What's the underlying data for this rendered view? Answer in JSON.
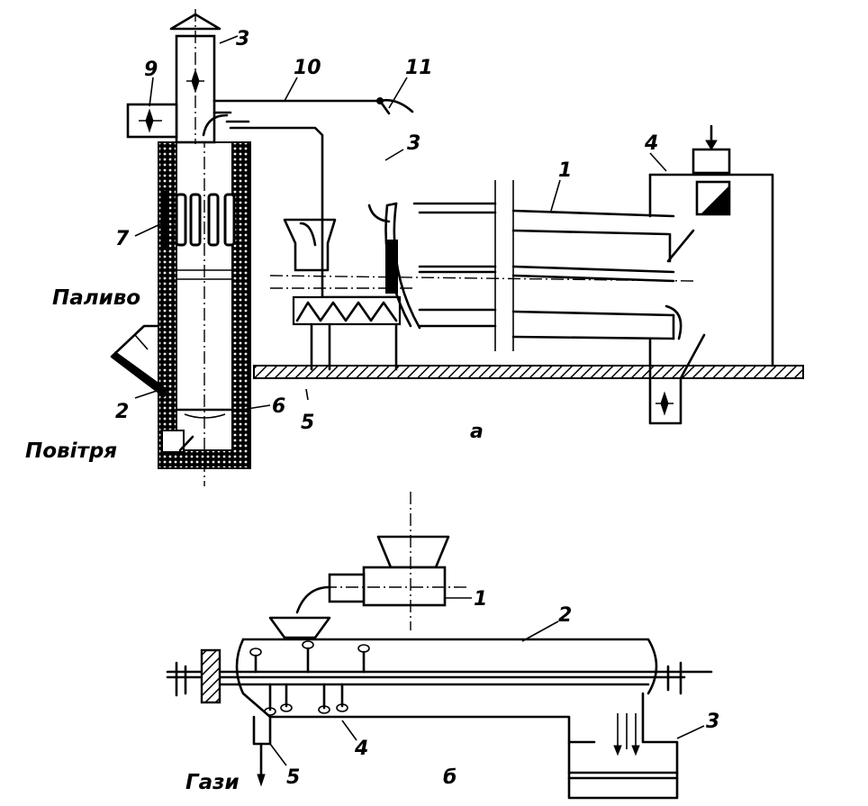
{
  "diagram_a": {
    "caption": "а",
    "labels": {
      "n1": "1",
      "n2": "2",
      "n3a": "3",
      "n3b": "3",
      "n4": "4",
      "n5": "5",
      "n6": "6",
      "n7": "7",
      "n9": "9",
      "n10": "10",
      "n11": "11"
    },
    "fuel_label": "Паливо",
    "air_label": "Повітря"
  },
  "diagram_b": {
    "caption": "б",
    "labels": {
      "n1": "1",
      "n2": "2",
      "n3": "3",
      "n4": "4",
      "n5": "5"
    },
    "gas_label": "Гази"
  }
}
